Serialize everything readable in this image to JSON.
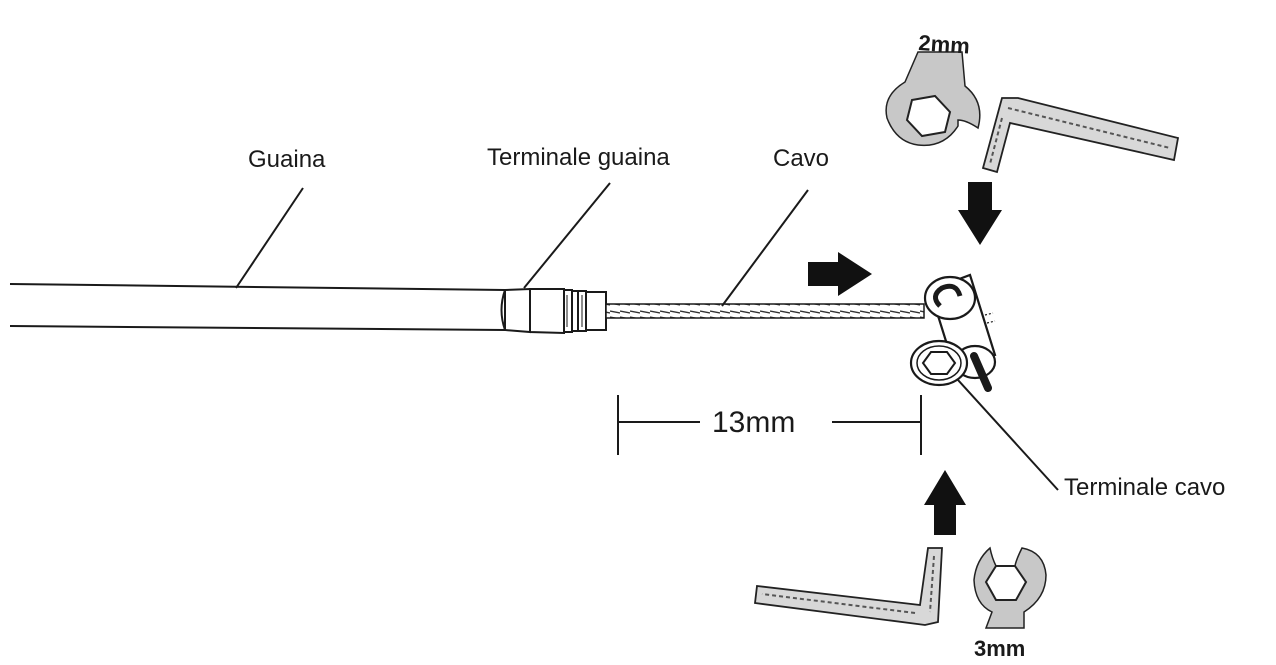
{
  "labels": {
    "sheath": "Guaina",
    "sheath_terminal": "Terminale guaina",
    "cable": "Cavo",
    "cable_terminal": "Terminale cavo",
    "measurement": "13mm",
    "wrench_top_size": "2mm",
    "wrench_bottom_size": "3mm"
  },
  "colors": {
    "line": "#1a1a1a",
    "tool_fill": "#c8c8c8",
    "arrow": "#111111",
    "background": "#ffffff"
  },
  "icons": [
    "hex-key-icon",
    "open-end-wrench-icon",
    "arrow-icon",
    "hex-socket-screw-icon"
  ]
}
